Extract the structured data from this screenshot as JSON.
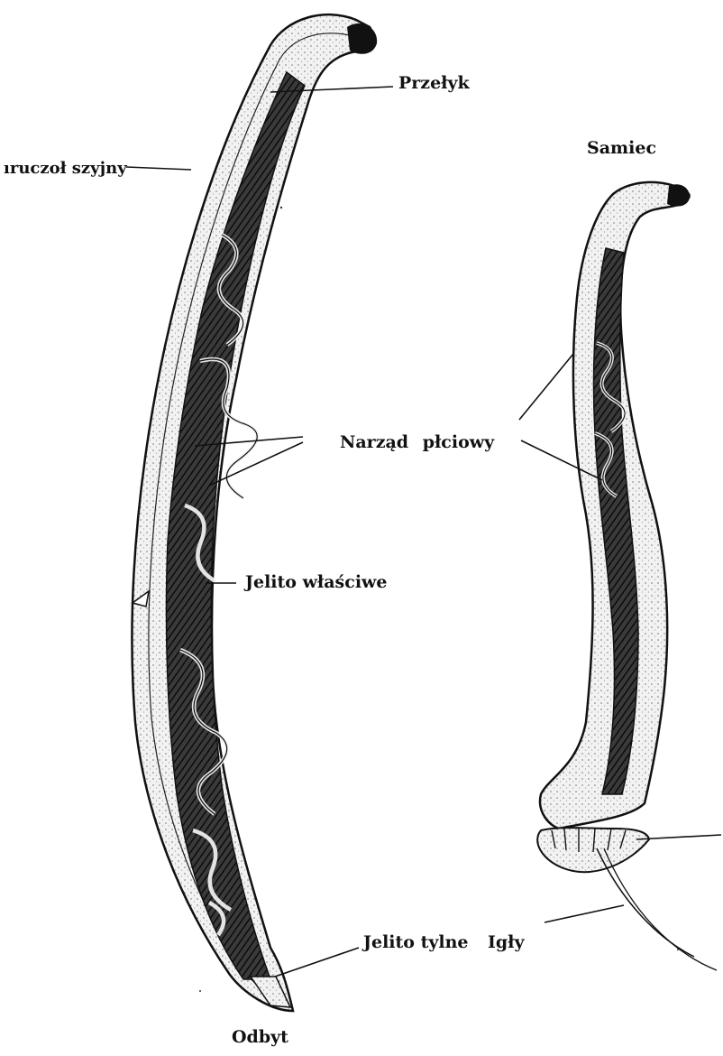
{
  "figure": {
    "subject": "nematode-anatomy-illustration",
    "ink_color": "#1a1a1a",
    "background": "#ffffff"
  },
  "labels": {
    "przelyk": "Przełyk",
    "gruczol_szyjny": "ıruczoł szyjny",
    "samiec": "Samiec",
    "narzad_plciowy": "Narząd płciowy",
    "jelito_wlasciwe": "Jelito właściwe",
    "jelito_tylne": "Jelito tylne",
    "igly": "Igły",
    "odbyt": "Odbyt"
  }
}
